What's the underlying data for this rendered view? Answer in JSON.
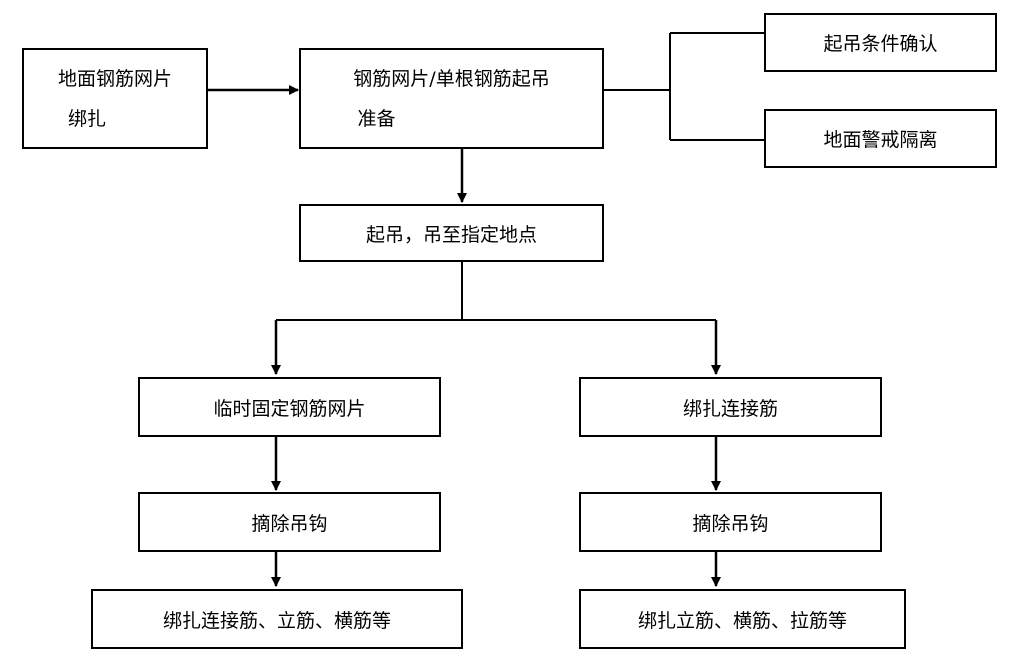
{
  "nodes": {
    "ground_binding": {
      "line1": "地面钢筋网片",
      "line2": "绑扎"
    },
    "lift_prep": {
      "line1": "钢筋网片/单根钢筋起吊",
      "line2": "准备"
    },
    "lift_condition_confirm": {
      "text": "起吊条件确认"
    },
    "ground_isolation": {
      "text": "地面警戒隔离"
    },
    "lift_to_location": {
      "text": "起吊，吊至指定地点"
    },
    "temp_fix_mesh": {
      "text": "临时固定钢筋网片"
    },
    "bind_connecting_bars_right": {
      "text": "绑扎连接筋"
    },
    "unhook_left": {
      "text": "摘除吊钩"
    },
    "unhook_right": {
      "text": "摘除吊钩"
    },
    "final_left": {
      "text": "绑扎连接筋、立筋、横筋等"
    },
    "final_right": {
      "text": "绑扎立筋、横筋、拉筋等"
    }
  },
  "colors": {
    "stroke": "#000000",
    "background": "#ffffff"
  }
}
